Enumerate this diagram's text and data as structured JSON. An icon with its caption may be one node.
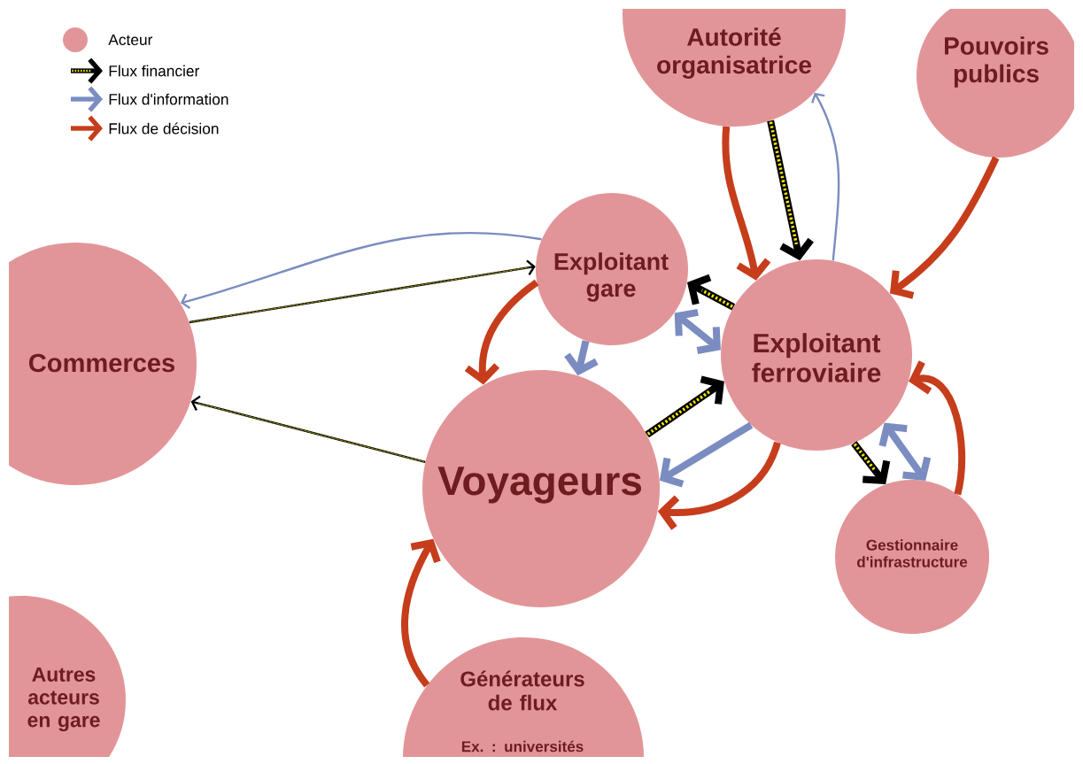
{
  "diagram": {
    "nodes": [
      {
        "text": [
          "Autorité organisatrice"
        ]
      },
      {
        "text": [
          "Pouvoirs publics"
        ]
      },
      {
        "text": [
          "Exploitant gare"
        ]
      },
      {
        "text": [
          "Commerces"
        ]
      },
      {
        "text": [
          "Exploitant ferroviaire"
        ]
      },
      {
        "text": [
          "Voyageurs"
        ]
      },
      {
        "text": [
          "Gestionnaire d'infrastructure"
        ]
      },
      {
        "text": [
          "Autres acteurs en gare"
        ]
      },
      {
        "text": [
          "Générateurs de flux",
          "Ex. : universités"
        ]
      }
    ],
    "edges": [
      {
        "from": 0,
        "to": 4,
        "arrow": "to",
        "color": "#c63d1c"
      },
      {
        "from": 0,
        "to": 4,
        "arrow": "to",
        "color": "#000000"
      },
      {
        "from": 4,
        "to": 0,
        "arrow": "to",
        "color": "#7b8cc0"
      },
      {
        "from": 1,
        "to": 4,
        "arrow": "to",
        "color": "#c63d1c"
      },
      {
        "from": 2,
        "to": 3,
        "arrow": "to",
        "color": "#7b8cc0"
      },
      {
        "from": 3,
        "to": 2,
        "arrow": "to",
        "color": "#000000"
      },
      {
        "from": 2,
        "to": 5,
        "arrow": "to",
        "color": "#c63d1c"
      },
      {
        "from": 2,
        "to": 5,
        "arrow": "to",
        "color": "#7b8cc0"
      },
      {
        "from": 4,
        "to": 2,
        "arrow": "to",
        "color": "#000000"
      },
      {
        "from": 2,
        "to": 4,
        "arrow": "both",
        "color": "#7b8cc0"
      },
      {
        "from": 5,
        "to": 3,
        "arrow": "to",
        "color": "#000000"
      },
      {
        "from": 5,
        "to": 4,
        "arrow": "to",
        "color": "#000000"
      },
      {
        "from": 4,
        "to": 5,
        "arrow": "to",
        "color": "#7b8cc0"
      },
      {
        "from": 4,
        "to": 5,
        "arrow": "to",
        "color": "#c63d1c"
      },
      {
        "from": 4,
        "to": 6,
        "arrow": "to",
        "color": "#000000"
      },
      {
        "from": 4,
        "to": 6,
        "arrow": "both",
        "color": "#7b8cc0"
      },
      {
        "from": 6,
        "to": 4,
        "arrow": "to",
        "color": "#c63d1c"
      },
      {
        "from": 8,
        "to": 5,
        "arrow": "to",
        "color": "#c63d1c"
      }
    ],
    "legend": [
      {
        "text": "Acteur",
        "color": "#e29598"
      },
      {
        "text": "Flux financier"
      },
      {
        "text": "Flux d'information"
      },
      {
        "text": "Flux de décision"
      }
    ]
  }
}
